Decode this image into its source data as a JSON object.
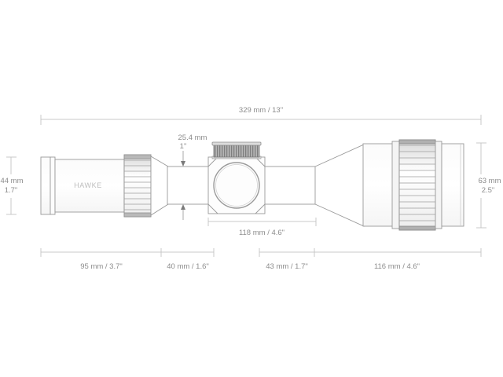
{
  "page": {
    "title": "Riflescope dimension diagram",
    "background_color": "#ffffff",
    "line_color": "#9a9a9a",
    "dim_line_color": "#c8c8c8",
    "text_color": "#8c8c8c",
    "brand_color": "#bdbdbd"
  },
  "product": {
    "brand": "HAWKE"
  },
  "dimensions": {
    "overall_length": {
      "label": "329 mm / 13\"",
      "value_mm": 329,
      "value_in": "13\"",
      "position": "top"
    },
    "eyepiece_diameter": {
      "label_line1": "44 mm",
      "label_line2": "1.7\"",
      "value_mm": 44,
      "value_in": "1.7\"",
      "position": "left"
    },
    "objective_diameter": {
      "label_line1": "63 mm",
      "label_line2": "2.5\"",
      "value_mm": 63,
      "value_in": "2.5\"",
      "position": "right"
    },
    "tube_diameter": {
      "label_line1": "25.4 mm",
      "label_line2": "1\"",
      "value_mm": 25.4,
      "value_in": "1\"",
      "position": "top-center"
    },
    "turret_to_objective": {
      "label": "118 mm / 4.6\"",
      "value_mm": 118,
      "value_in": "4.6\"",
      "position": "below-turret"
    },
    "segments": [
      {
        "name": "eyepiece-length",
        "label": "95 mm / 3.7\"",
        "value_mm": 95,
        "value_in": "3.7\""
      },
      {
        "name": "magnification-ring-to-tube",
        "label": "40 mm / 1.6\"",
        "value_mm": 40,
        "value_in": "1.6\""
      },
      {
        "name": "turret-to-bell",
        "label": "43 mm / 1.7\"",
        "value_mm": 43,
        "value_in": "1.7\""
      },
      {
        "name": "objective-bell-length",
        "label": "116 mm / 4.6\"",
        "value_mm": 116,
        "value_in": "4.6\""
      }
    ]
  },
  "parts": {
    "eyepiece": "eyepiece-body",
    "eyecup": "eyecup-ring",
    "zoom_ring": "magnification-ring",
    "main_tube": "main-tube",
    "saddle": "turret-saddle",
    "elevation_turret": "elevation-turret",
    "windage_turret": "windage-turret-dial",
    "objective_bell": "objective-bell",
    "ao_ring": "parallax-adjustment-ring",
    "objective_lens_housing": "objective-lens-housing"
  }
}
